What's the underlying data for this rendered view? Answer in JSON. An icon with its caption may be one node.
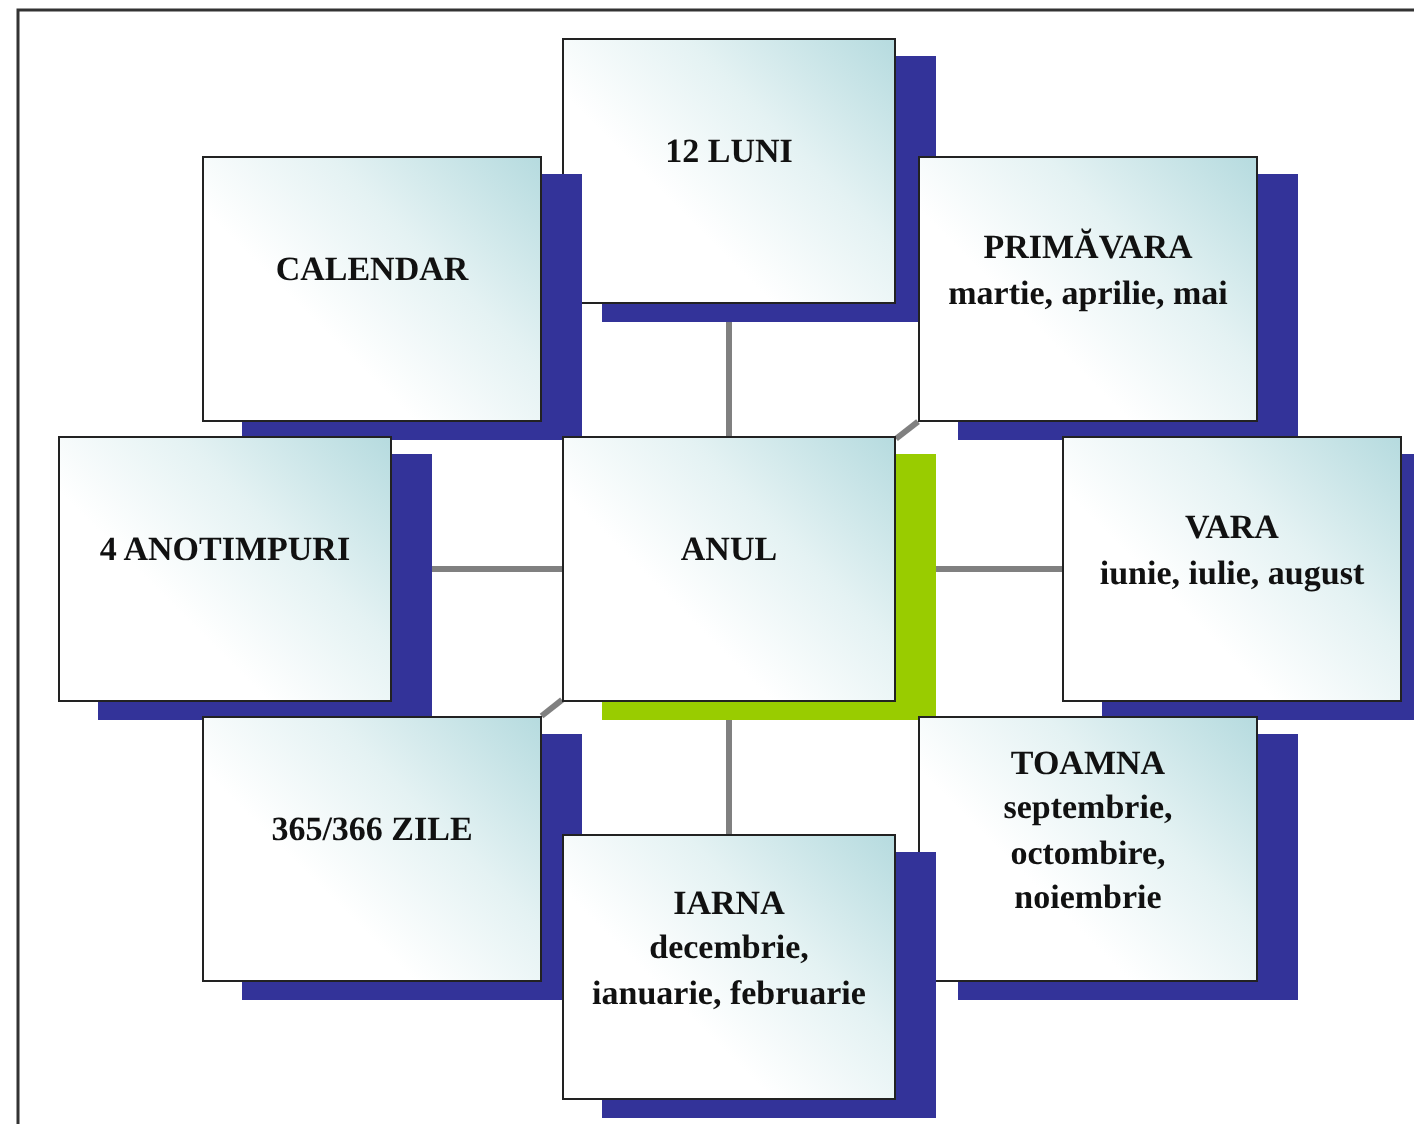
{
  "diagram": {
    "nodes": [
      {
        "text": [
          "12 LUNI"
        ]
      },
      {
        "text": [
          "CALENDAR"
        ]
      },
      {
        "text": [
          "PRIMĂVARA",
          "martie, aprilie, mai"
        ]
      },
      {
        "text": [
          "4 ANOTIMPURI"
        ]
      },
      {
        "text": [
          "ANUL"
        ]
      },
      {
        "text": [
          "VARA",
          "iunie, iulie, august"
        ]
      },
      {
        "text": [
          "365/366 ZILE"
        ]
      },
      {
        "text": [
          "TOAMNA",
          "septembrie, octombire, noiembrie"
        ]
      },
      {
        "text": [
          "IARNA",
          "decembrie, ianuarie, februarie"
        ]
      }
    ],
    "edges": [
      {
        "from": 4,
        "to": 0,
        "arrow": "none"
      },
      {
        "from": 4,
        "to": 2,
        "arrow": "none"
      },
      {
        "from": 4,
        "to": 3,
        "arrow": "none"
      },
      {
        "from": 4,
        "to": 5,
        "arrow": "none"
      },
      {
        "from": 4,
        "to": 6,
        "arrow": "none"
      },
      {
        "from": 4,
        "to": 8,
        "arrow": "none"
      }
    ]
  }
}
